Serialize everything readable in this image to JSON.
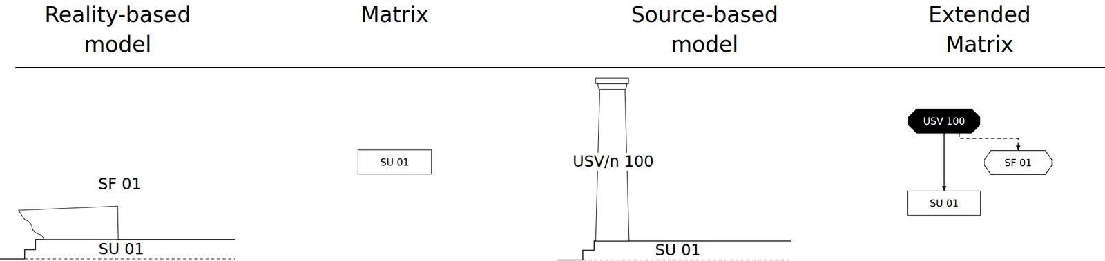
{
  "diagram": {
    "nodes": [
      {
        "text": [
          "SU 01"
        ]
      },
      {
        "text": [
          "USV 100"
        ]
      },
      {
        "text": [
          "SF 01"
        ]
      },
      {
        "text": [
          "SU 01"
        ]
      }
    ],
    "edges": [
      {
        "from": 1,
        "to": 3,
        "arrow": "to"
      },
      {
        "from": 1,
        "to": 2,
        "arrow": "to"
      }
    ],
    "labels": [
      "Reality-based model",
      "Matrix",
      "Source-based model",
      "Extended Matrix",
      "SF 01",
      "SU 01",
      "USV/n 100",
      "SU 01"
    ]
  }
}
